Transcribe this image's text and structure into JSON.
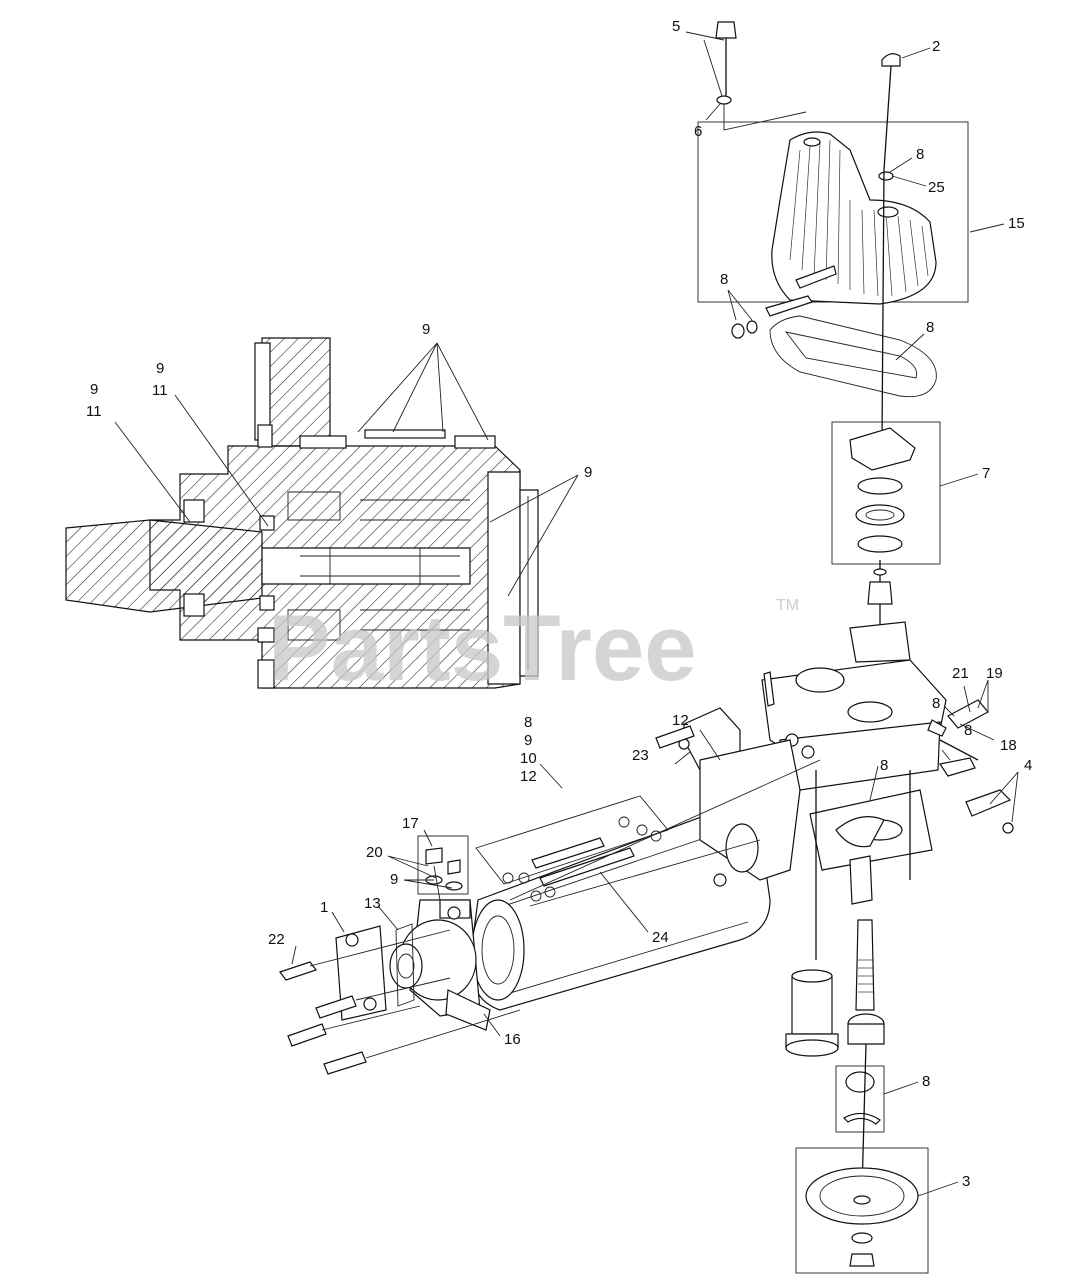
{
  "watermark": {
    "text": "PartsTree",
    "trademark": "TM"
  },
  "callouts": [
    {
      "id": "c-5",
      "text": "5"
    },
    {
      "id": "c-2",
      "text": "2"
    },
    {
      "id": "c-6",
      "text": "6"
    },
    {
      "id": "c-8-top",
      "text": "8"
    },
    {
      "id": "c-25",
      "text": "25"
    },
    {
      "id": "c-15",
      "text": "15"
    },
    {
      "id": "c-8-left",
      "text": "8"
    },
    {
      "id": "c-8-gasket",
      "text": "8"
    },
    {
      "id": "c-7",
      "text": "7"
    },
    {
      "id": "c-9-section",
      "text": "9"
    },
    {
      "id": "c-9-a",
      "text": "9"
    },
    {
      "id": "c-11-a",
      "text": "11"
    },
    {
      "id": "c-9-b",
      "text": "9"
    },
    {
      "id": "c-11-b",
      "text": "11"
    },
    {
      "id": "c-9-right",
      "text": "9"
    },
    {
      "id": "c-21",
      "text": "21"
    },
    {
      "id": "c-19",
      "text": "19"
    },
    {
      "id": "c-8-r1",
      "text": "8"
    },
    {
      "id": "c-18",
      "text": "18"
    },
    {
      "id": "c-8-r2",
      "text": "8"
    },
    {
      "id": "c-4",
      "text": "4"
    },
    {
      "id": "c-8-base",
      "text": "8"
    },
    {
      "id": "c-12-top",
      "text": "12"
    },
    {
      "id": "c-8-kit",
      "text": "8"
    },
    {
      "id": "c-9-kit",
      "text": "9"
    },
    {
      "id": "c-10-kit",
      "text": "10"
    },
    {
      "id": "c-12-kit",
      "text": "12"
    },
    {
      "id": "c-23",
      "text": "23"
    },
    {
      "id": "c-17",
      "text": "17"
    },
    {
      "id": "c-20",
      "text": "20"
    },
    {
      "id": "c-9-plug",
      "text": "9"
    },
    {
      "id": "c-1",
      "text": "1"
    },
    {
      "id": "c-13",
      "text": "13"
    },
    {
      "id": "c-22",
      "text": "22"
    },
    {
      "id": "c-24",
      "text": "24"
    },
    {
      "id": "c-16",
      "text": "16"
    },
    {
      "id": "c-8-bearing",
      "text": "8"
    },
    {
      "id": "c-3",
      "text": "3"
    }
  ]
}
